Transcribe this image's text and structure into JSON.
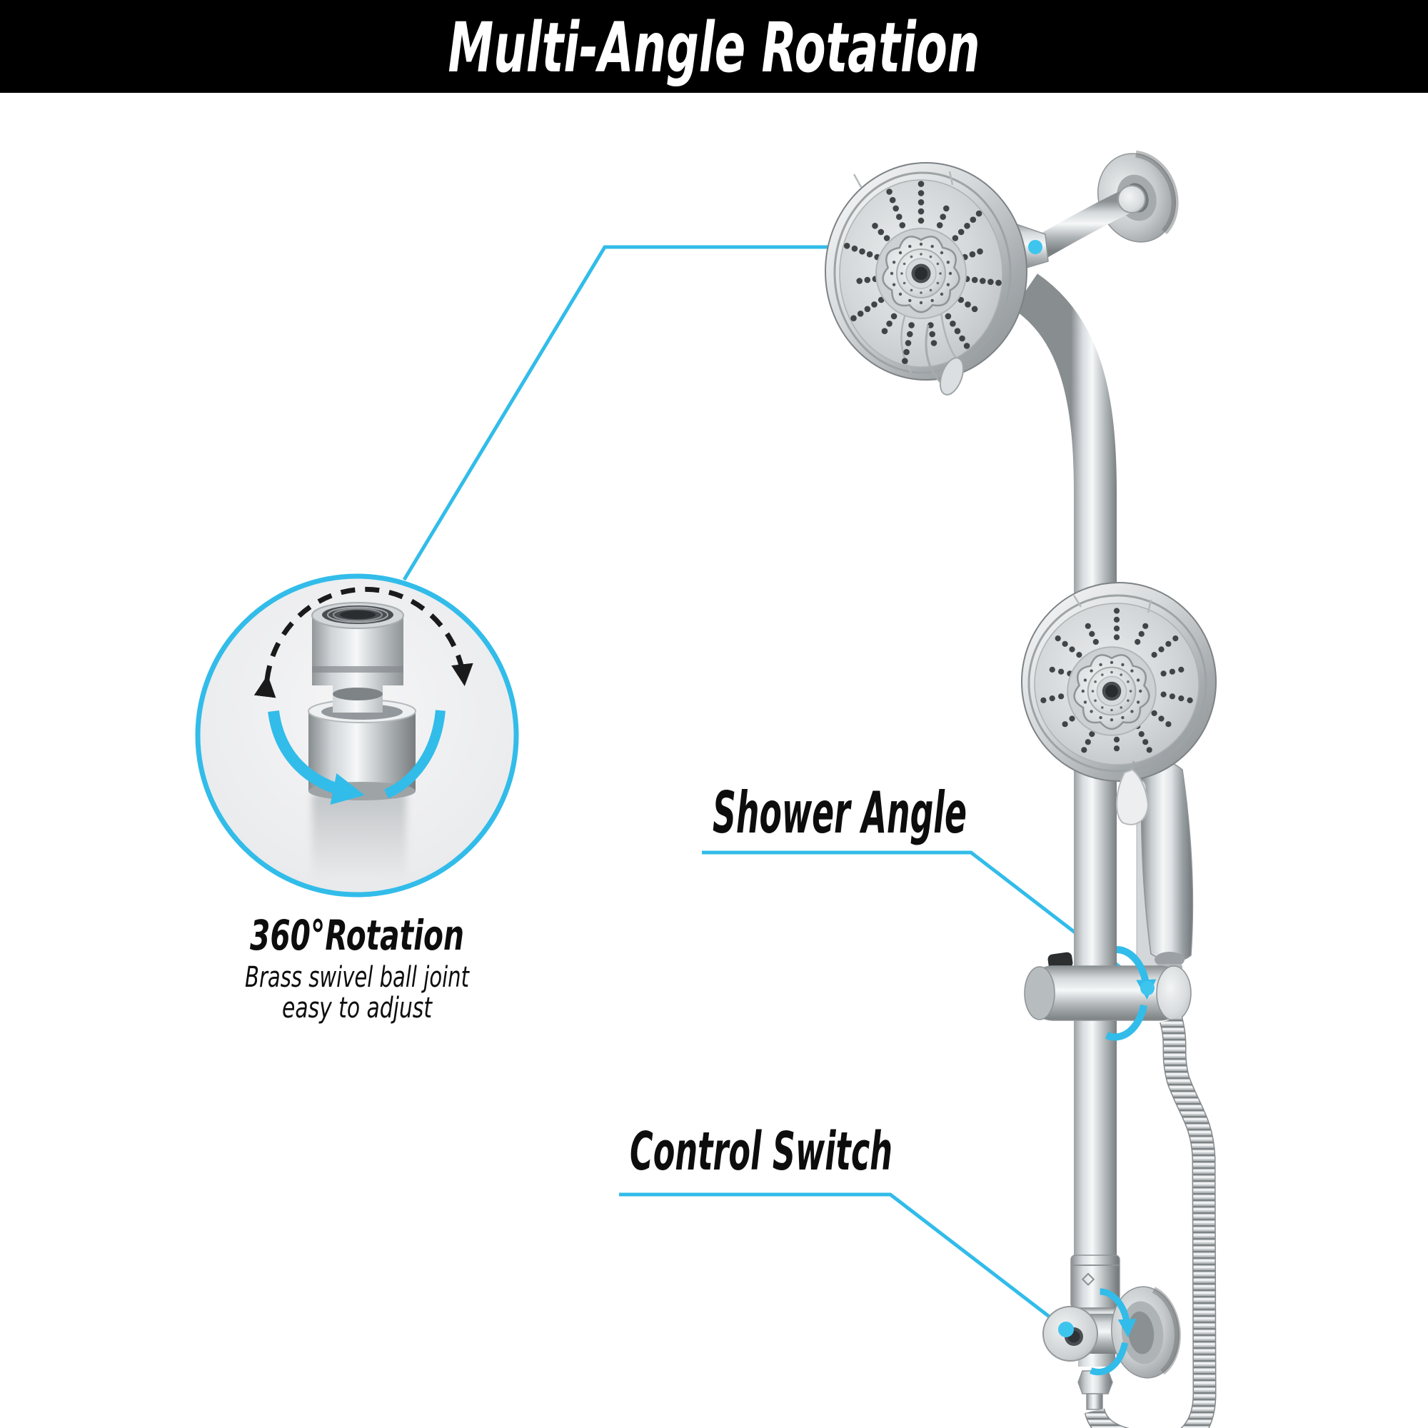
{
  "banner": {
    "title": "Multi-Angle Rotation"
  },
  "labels": {
    "shower_angle": "Shower Angle",
    "control_switch": "Control Switch"
  },
  "inset": {
    "title": "360°Rotation",
    "subtitle_line1": "Brass swivel ball joint",
    "subtitle_line2": "easy to adjust"
  },
  "colors": {
    "accent": "#32bce9",
    "accent_dot": "#3ec5ee",
    "banner_bg": "#000000",
    "banner_text": "#ffffff",
    "label_text": "#0d0d0d",
    "nozzle_dot": "#33373a",
    "dashed_arrow": "#1a1a1a"
  }
}
